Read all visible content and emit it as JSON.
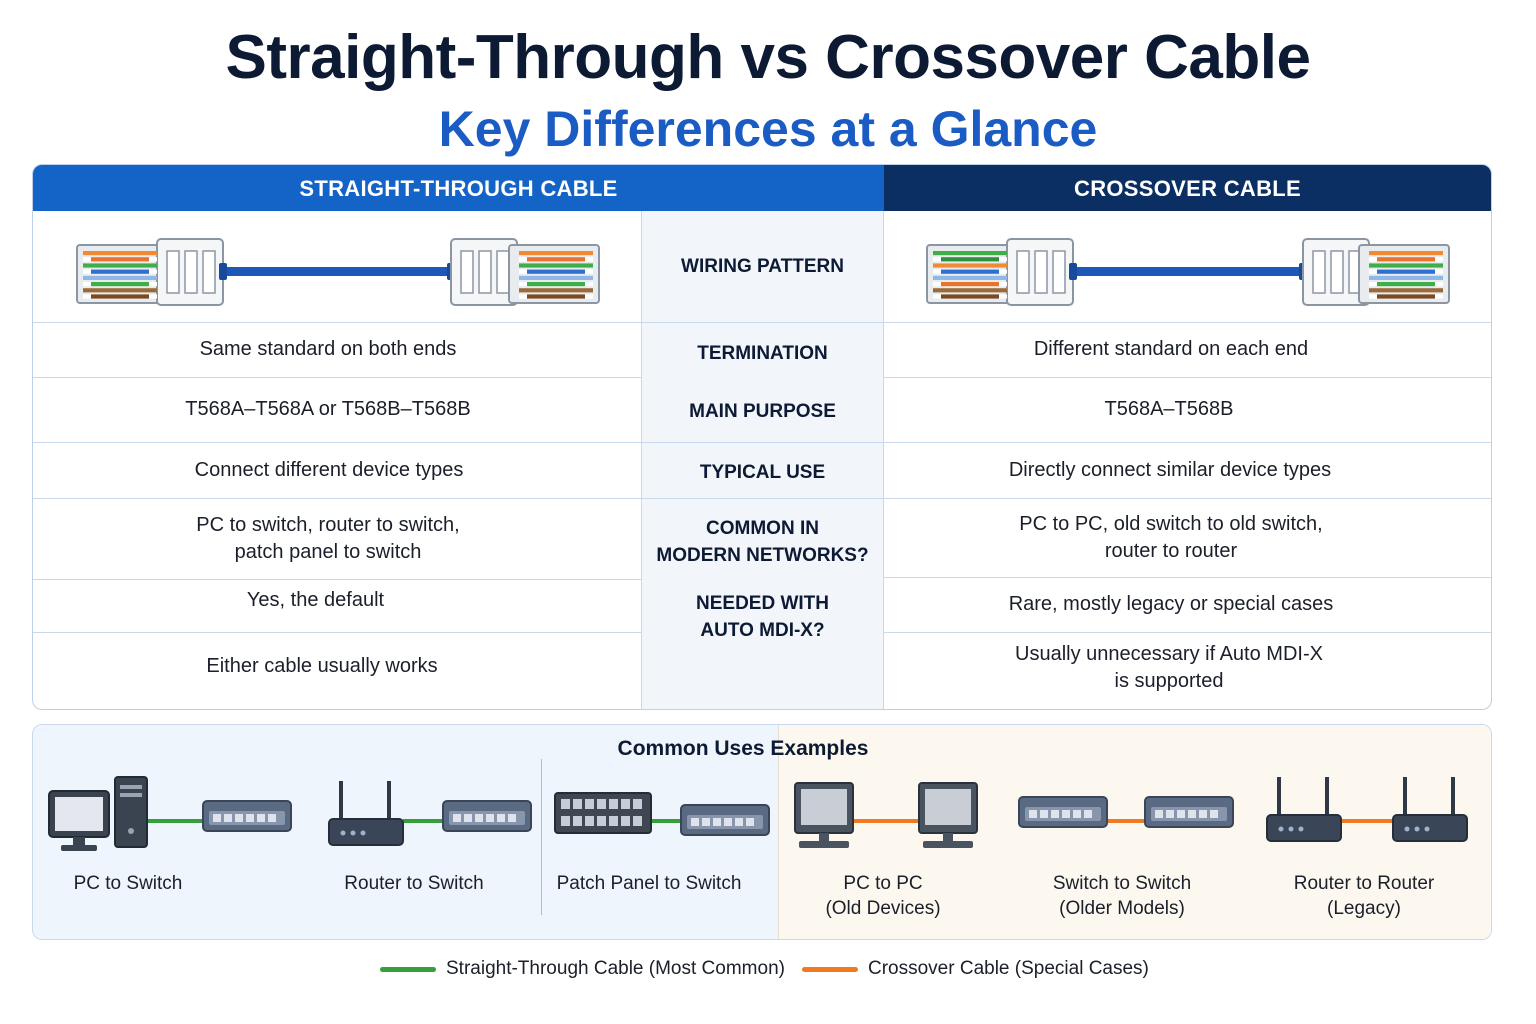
{
  "title": "Straight-Through vs Crossover Cable",
  "subtitle": "Key Differences at a Glance",
  "table": {
    "left_header": "STRAIGHT-THROUGH CABLE",
    "right_header": "CROSSOVER CABLE",
    "labels": [
      "WIRING PATTERN",
      "TERMINATION",
      "MAIN PURPOSE",
      "TYPICAL USE",
      "COMMON IN\nMODERN NETWORKS?",
      "NEEDED WITH\nAUTO MDI-X?"
    ],
    "left_cells": [
      "Same standard on both ends",
      "T568A–T568A or T568B–T568B",
      "Connect different device types",
      "PC to switch, router to switch,\npatch panel to switch",
      "Yes, the default",
      "Either cable usually works"
    ],
    "right_cells": [
      "Different standard on each end",
      "T568A–T568B",
      "Directly connect similar device types",
      "PC to PC, old switch to old switch,\nrouter to router",
      "Rare, mostly legacy or special cases",
      "Usually unnecessary if Auto MDI-X\nis supported"
    ]
  },
  "examples": {
    "title": "Common Uses Examples",
    "items": [
      {
        "label": "PC to Switch",
        "type": "straight"
      },
      {
        "label": "Router to Switch",
        "type": "straight"
      },
      {
        "label": "Patch Panel to Switch",
        "type": "straight"
      },
      {
        "label": "PC to PC\n(Old Devices)",
        "type": "crossover"
      },
      {
        "label": "Switch to Switch\n(Older Models)",
        "type": "crossover"
      },
      {
        "label": "Router to Router\n(Legacy)",
        "type": "crossover"
      }
    ]
  },
  "legend": {
    "straight": "Straight-Through Cable (Most Common)",
    "crossover": "Crossover Cable (Special Cases)"
  },
  "colors": {
    "straight_line": "#35a03a",
    "crossover_line": "#f07a22",
    "header_left": "#1463c7",
    "header_right": "#0c2f63",
    "cable": "#1c58b8"
  },
  "icons": [
    "rj45-connector-icon",
    "desktop-pc-icon",
    "network-switch-icon",
    "router-icon",
    "patch-panel-icon",
    "monitor-icon"
  ]
}
